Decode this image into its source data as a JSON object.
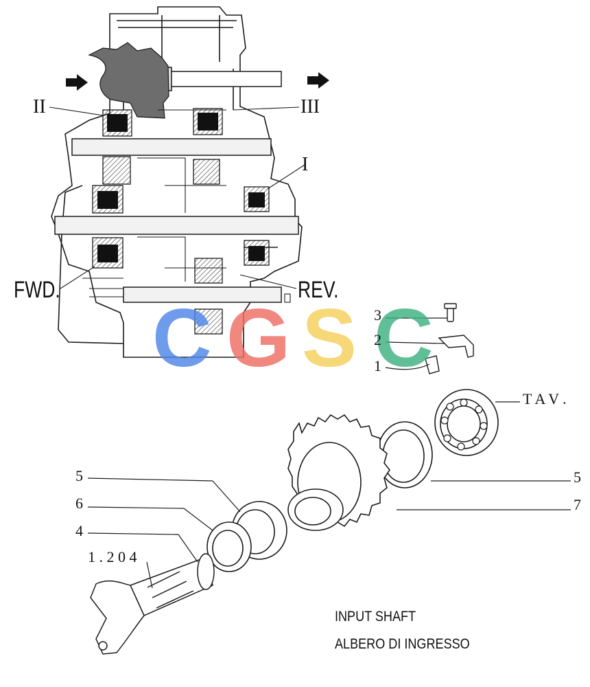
{
  "callouts": {
    "top_drawing": [
      "II",
      "III",
      "I",
      "FWD.",
      "REV."
    ],
    "small_parts": [
      "3",
      "2",
      "1"
    ],
    "tav": "T A V .",
    "exploded": [
      "5",
      "6",
      "4",
      "1 . 2 0 4",
      "5",
      "7"
    ]
  },
  "caption": {
    "line1": "INPUT SHAFT",
    "line2": "ALBERO DI INGRESSO"
  },
  "watermark": {
    "letters": [
      "C",
      "G",
      "S",
      "C"
    ],
    "colors": [
      "#4f86e8",
      "#ee6e64",
      "#f6d05b",
      "#3fb182"
    ]
  }
}
